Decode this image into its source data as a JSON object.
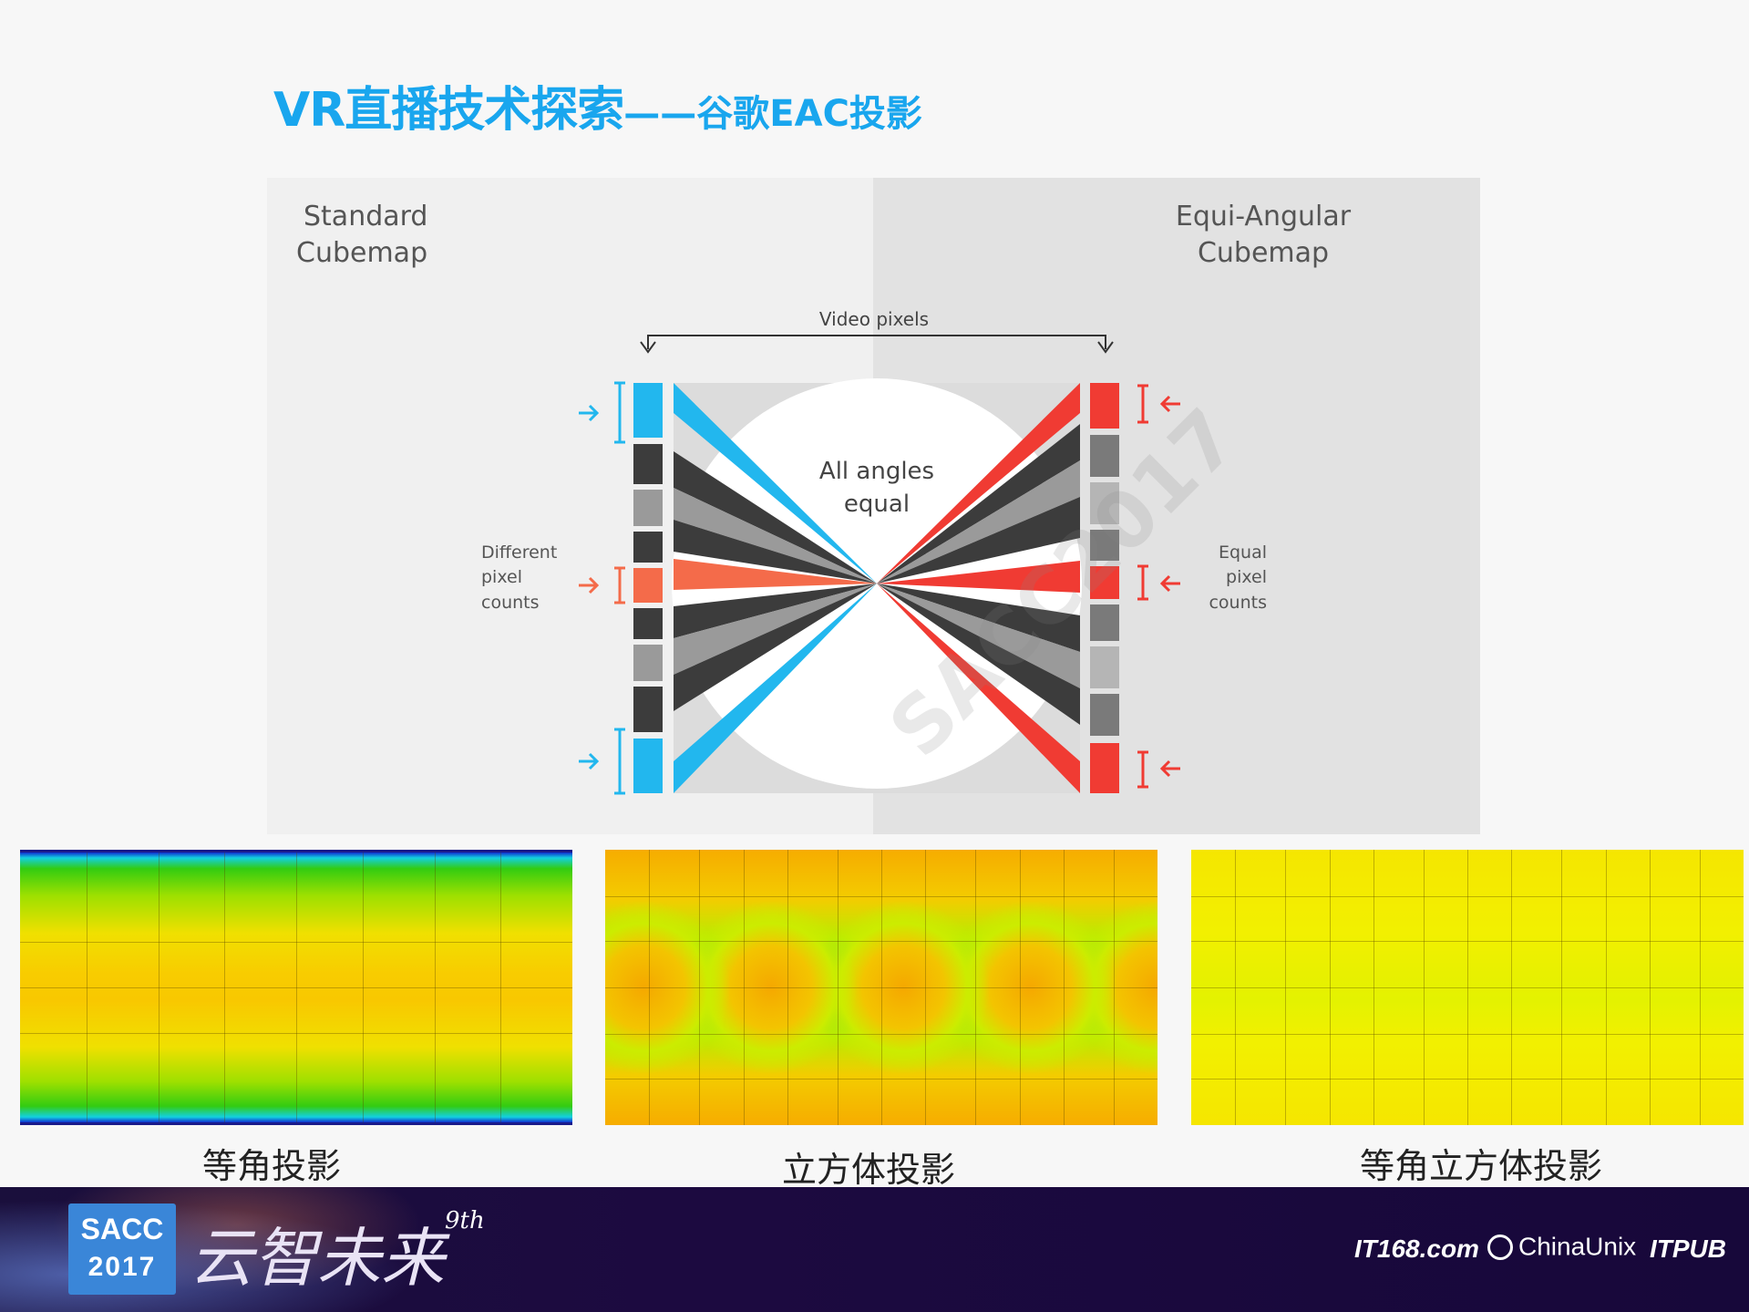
{
  "title": {
    "main": "VR直播技术探索",
    "sub": "——谷歌EAC投影"
  },
  "diagram": {
    "left_heading": [
      "Standard",
      "Cubemap"
    ],
    "right_heading": [
      "Equi-Angular",
      "Cubemap"
    ],
    "top_label": "Video pixels",
    "center_label": [
      "All angles",
      "equal"
    ],
    "left_side_label": [
      "Different",
      "pixel",
      "counts"
    ],
    "right_side_label": [
      "Equal",
      "pixel",
      "counts"
    ],
    "watermark": "SACC2017",
    "colors": {
      "blue": "#22b7ee",
      "red": "#f03b33",
      "orange": "#f46b4a",
      "dark": "#3a3a3a",
      "mid": "#7a7a7a",
      "light": "#b5b5b5"
    }
  },
  "heatmaps": [
    {
      "caption": "等角投影"
    },
    {
      "caption": "立方体投影"
    },
    {
      "caption": "等角立方体投影"
    }
  ],
  "footer": {
    "badge_line1": "SACC",
    "badge_line2": "2017",
    "slogan": "云智未来",
    "slogan_sup": "9th",
    "logos": [
      "IT168.com",
      "ChinaUnix",
      "ITPUB"
    ]
  }
}
